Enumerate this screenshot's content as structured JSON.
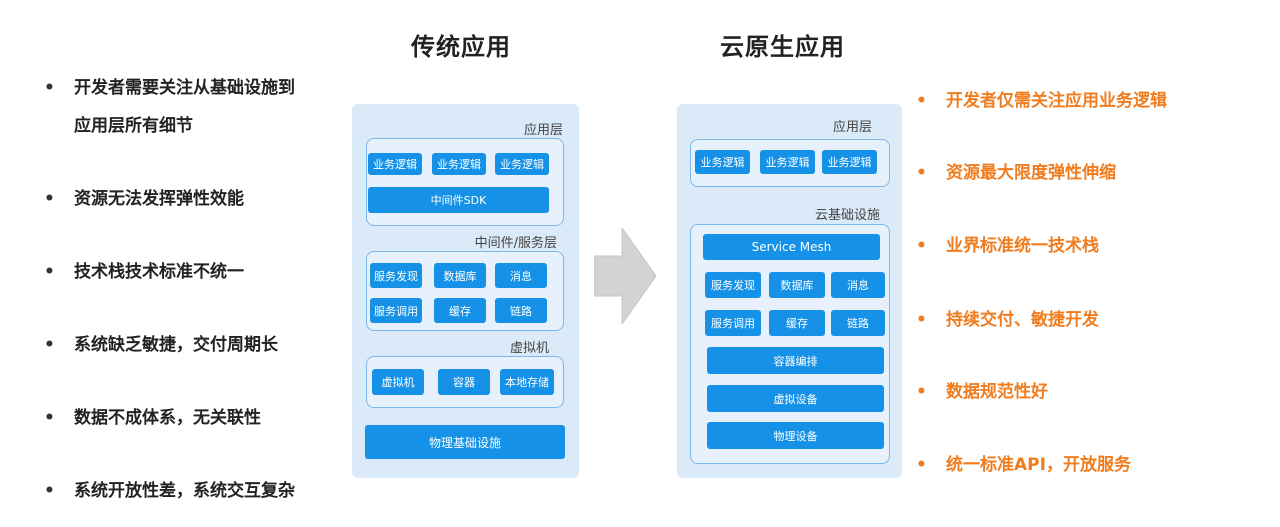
{
  "titles": {
    "traditional": "传统应用",
    "cloud_native": "云原生应用"
  },
  "left_points": [
    "开发者需要关注从基础设施到",
    "应用层所有细节",
    "资源无法发挥弹性效能",
    "技术栈技术标准不统一",
    "系统缺乏敏捷，交付周期长",
    "数据不成体系，无关联性",
    "系统开放性差，系统交互复杂"
  ],
  "right_points": [
    "开发者仅需关注应用业务逻辑",
    "资源最大限度弹性伸缩",
    "业界标准统一技术栈",
    "持续交付、敏捷开发",
    "数据规范性好",
    "统一标准API，开放服务"
  ],
  "traditional": {
    "app_layer": "应用层",
    "biz_logic": [
      "业务逻辑",
      "业务逻辑",
      "业务逻辑"
    ],
    "middleware_sdk": "中间件SDK",
    "middleware_layer": "中间件/服务层",
    "services": [
      "服务发现",
      "数据库",
      "消息",
      "服务调用",
      "缓存",
      "链路"
    ],
    "vm_layer": "虚拟机",
    "vm_items": [
      "虚拟机",
      "容器",
      "本地存储"
    ],
    "physical": "物理基础设施"
  },
  "cloud": {
    "app_layer": "应用层",
    "biz_logic": [
      "业务逻辑",
      "业务逻辑",
      "业务逻辑"
    ],
    "infra_layer": "云基础设施",
    "service_mesh": "Service Mesh",
    "services": [
      "服务发现",
      "数据库",
      "消息",
      "服务调用",
      "缓存",
      "链路"
    ],
    "orchestration": "容器编排",
    "virtual_devices": "虚拟设备",
    "physical_devices": "物理设备"
  },
  "colors": {
    "accent_orange": "#f07c1e",
    "box_blue": "#1592e8",
    "panel_bg": "#dbeaf8",
    "arrow_gray": "#d3d3d3"
  }
}
